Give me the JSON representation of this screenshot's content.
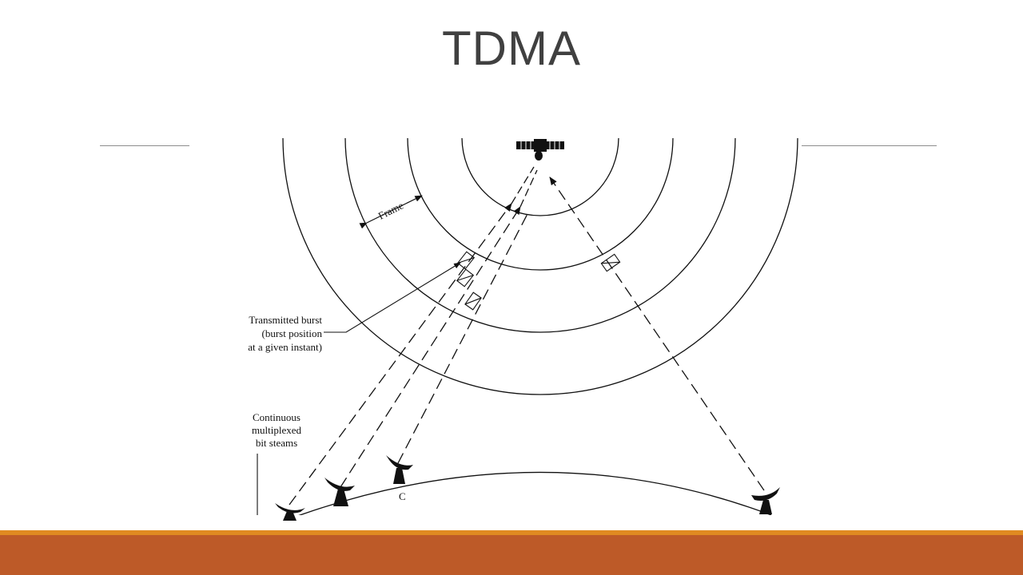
{
  "slide": {
    "title": "TDMA"
  },
  "labels": {
    "frame": "Frame",
    "transmitted_burst": [
      "Transmitted burst",
      "(burst position",
      "at a given instant)"
    ],
    "bit_streams": [
      "Continuous",
      "multiplexed",
      "bit steams"
    ],
    "station_c": "C"
  },
  "colors": {
    "title": "#404040",
    "line": "#111111",
    "footer_line": "#e08a21",
    "footer_bar": "#bd5a28"
  }
}
